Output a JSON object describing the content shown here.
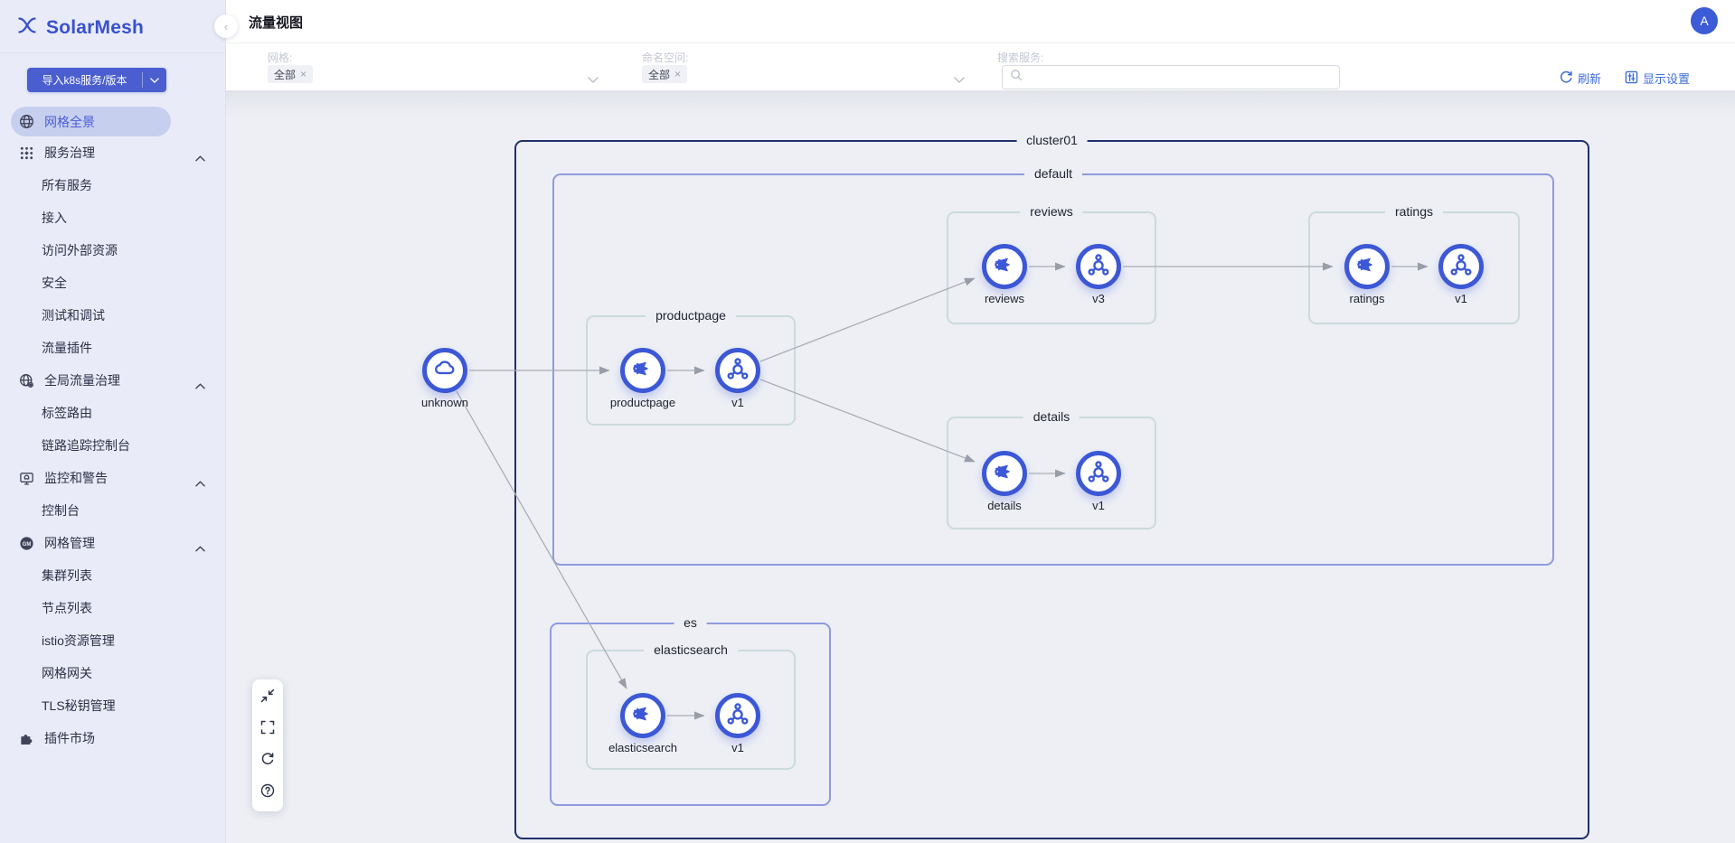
{
  "app": {
    "name": "SolarMesh",
    "avatar_initial": "A"
  },
  "header": {
    "title": "流量视图"
  },
  "sidebar": {
    "import_button": "导入k8s服务/版本",
    "menu": [
      {
        "label": "网格全景",
        "type": "item",
        "icon": "globe-icon",
        "active": true
      },
      {
        "label": "服务治理",
        "type": "group",
        "icon": "services-icon"
      },
      {
        "label": "所有服务",
        "type": "sub"
      },
      {
        "label": "接入",
        "type": "sub"
      },
      {
        "label": "访问外部资源",
        "type": "sub"
      },
      {
        "label": "安全",
        "type": "sub"
      },
      {
        "label": "测试和调试",
        "type": "sub"
      },
      {
        "label": "流量插件",
        "type": "sub"
      },
      {
        "label": "全局流量治理",
        "type": "group",
        "icon": "global-traffic-icon"
      },
      {
        "label": "标签路由",
        "type": "sub"
      },
      {
        "label": "链路追踪控制台",
        "type": "sub"
      },
      {
        "label": "监控和警告",
        "type": "group",
        "icon": "monitor-alert-icon"
      },
      {
        "label": "控制台",
        "type": "sub"
      },
      {
        "label": "网格管理",
        "type": "group",
        "icon": "mesh-manage-icon"
      },
      {
        "label": "集群列表",
        "type": "sub"
      },
      {
        "label": "节点列表",
        "type": "sub"
      },
      {
        "label": "istio资源管理",
        "type": "sub"
      },
      {
        "label": "网格网关",
        "type": "sub"
      },
      {
        "label": "TLS秘钥管理",
        "type": "sub"
      },
      {
        "label": "插件市场",
        "type": "item",
        "icon": "plugin-icon"
      }
    ]
  },
  "filters": {
    "mesh_label": "网格:",
    "mesh_value": "全部",
    "namespace_label": "命名空间:",
    "namespace_value": "全部",
    "search_label": "搜索服务:",
    "refresh_label": "刷新",
    "display_settings_label": "显示设置"
  },
  "topology": {
    "cluster": "cluster01",
    "namespaces": [
      {
        "name": "default"
      },
      {
        "name": "es"
      }
    ],
    "groups": [
      {
        "name": "productpage"
      },
      {
        "name": "reviews"
      },
      {
        "name": "ratings"
      },
      {
        "name": "details"
      },
      {
        "name": "elasticsearch"
      }
    ],
    "nodes": [
      {
        "id": "unknown",
        "label": "unknown",
        "type": "cloud"
      },
      {
        "id": "productpage",
        "label": "productpage",
        "type": "service"
      },
      {
        "id": "productpage-v1",
        "label": "v1",
        "type": "workload"
      },
      {
        "id": "reviews",
        "label": "reviews",
        "type": "service"
      },
      {
        "id": "reviews-v3",
        "label": "v3",
        "type": "workload"
      },
      {
        "id": "ratings",
        "label": "ratings",
        "type": "service"
      },
      {
        "id": "ratings-v1",
        "label": "v1",
        "type": "workload"
      },
      {
        "id": "details",
        "label": "details",
        "type": "service"
      },
      {
        "id": "details-v1",
        "label": "v1",
        "type": "workload"
      },
      {
        "id": "elasticsearch",
        "label": "elasticsearch",
        "type": "service"
      },
      {
        "id": "elasticsearch-v1",
        "label": "v1",
        "type": "workload"
      }
    ],
    "edges": [
      {
        "from": "unknown",
        "to": "productpage"
      },
      {
        "from": "productpage",
        "to": "productpage-v1"
      },
      {
        "from": "productpage-v1",
        "to": "reviews"
      },
      {
        "from": "productpage-v1",
        "to": "details"
      },
      {
        "from": "reviews",
        "to": "reviews-v3"
      },
      {
        "from": "reviews-v3",
        "to": "ratings"
      },
      {
        "from": "ratings",
        "to": "ratings-v1"
      },
      {
        "from": "details",
        "to": "details-v1"
      },
      {
        "from": "unknown",
        "to": "elasticsearch"
      },
      {
        "from": "elasticsearch",
        "to": "elasticsearch-v1"
      }
    ]
  },
  "colors": {
    "accent_blue": "#3c58d6",
    "sidebar_bg": "#e9ecf8",
    "active_pill_bg": "#c7cfef",
    "canvas_bg": "#edeff5",
    "cluster_border": "#20306b",
    "namespace_border": "#8f9ade",
    "app_group_border": "#ccdadd",
    "edge_gray": "#a9adb5",
    "action_link_blue": "#3d6dd8",
    "avatar_bg": "#3b5bd7"
  }
}
